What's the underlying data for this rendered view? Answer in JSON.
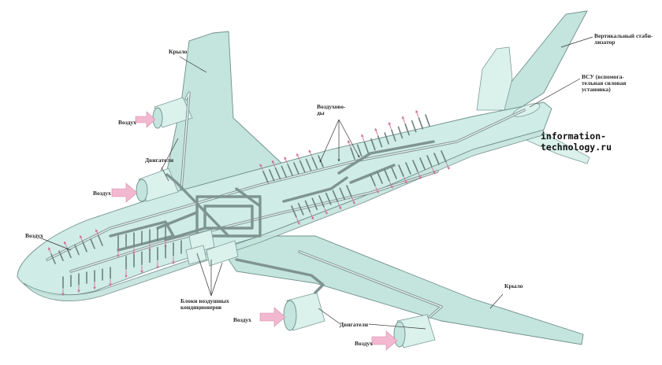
{
  "watermark": "information-technology.ru",
  "labels": {
    "wing_top": "Крыло",
    "wing_bottom": "Крыло",
    "air_1": "Воздух",
    "air_2": "Воздух",
    "air_3": "Воздух",
    "air_4": "Воздух",
    "air_5": "Воздух",
    "engines_top": "Двигатели",
    "engines_bottom": "Двигатели",
    "ducts": "Воздухово-\nды",
    "ac_units": "Блоки воздушных\nкондиционеров",
    "vertical_stabilizer": "Вертикальный стаби-\nлизатор",
    "apu": "ВСУ (вспомога-\nтельная силовая\nустановка)"
  },
  "colors": {
    "fuselage": "#cfece6",
    "outline": "#6f8f8a",
    "duct": "#7f9491",
    "air_arrow": "#f2b8cf",
    "flow_arrow": "#d16f99"
  }
}
